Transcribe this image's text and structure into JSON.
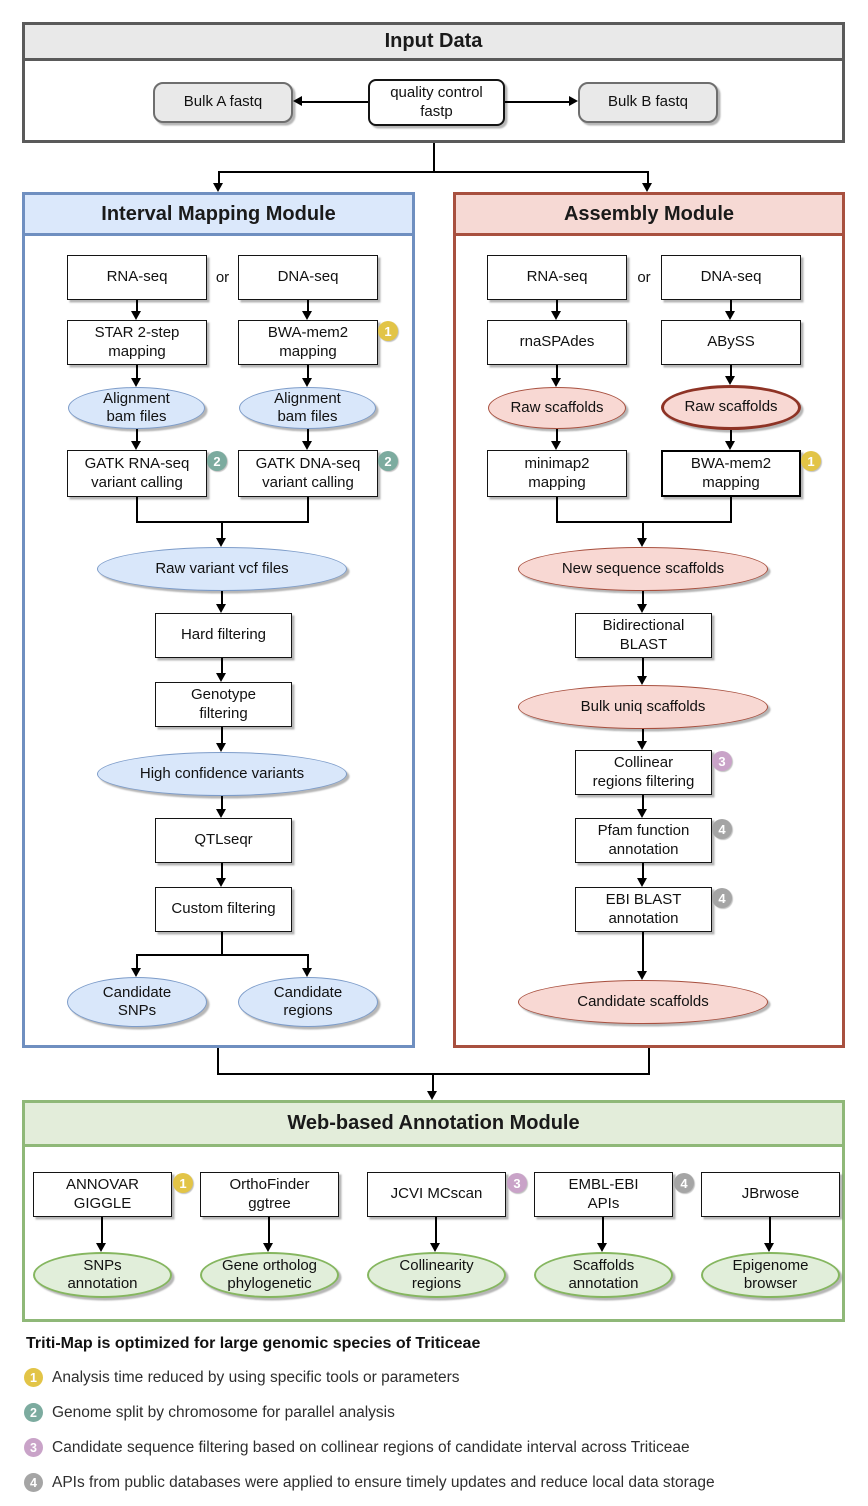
{
  "input": {
    "title": "Input Data",
    "bulk_a": "Bulk A fastq",
    "qc": "quality control\nfastp",
    "bulk_b": "Bulk B fastq"
  },
  "interval": {
    "title": "Interval Mapping Module",
    "or": "or",
    "rna": "RNA-seq",
    "dna": "DNA-seq",
    "star": "STAR 2-step\nmapping",
    "bwa": "BWA-mem2\nmapping",
    "align": "Alignment\nbam files",
    "gatk_rna": "GATK RNA-seq\nvariant calling",
    "gatk_dna": "GATK DNA-seq\nvariant calling",
    "raw_vcf": "Raw variant vcf files",
    "hard": "Hard filtering",
    "genotype": "Genotype\nfiltering",
    "high_conf": "High confidence variants",
    "qtlseqr": "QTLseqr",
    "custom": "Custom filtering",
    "cand_snps": "Candidate\nSNPs",
    "cand_regions": "Candidate\nregions"
  },
  "assembly": {
    "title": "Assembly Module",
    "or": "or",
    "rna": "RNA-seq",
    "dna": "DNA-seq",
    "rnaspades": "rnaSPAdes",
    "abyss": "ABySS",
    "raw_scaffolds": "Raw scaffolds",
    "minimap": "minimap2\nmapping",
    "bwa": "BWA-mem2\nmapping",
    "new_seq": "New sequence scaffolds",
    "bid_blast": "Bidirectional\nBLAST",
    "bulk_uniq": "Bulk uniq scaffolds",
    "collinear": "Collinear\nregions filtering",
    "pfam": "Pfam function\nannotation",
    "ebi": "EBI BLAST\nannotation",
    "cand_scaffolds": "Candidate scaffolds"
  },
  "web": {
    "title": "Web-based Annotation Module",
    "columns": [
      {
        "tool": "ANNOVAR\nGIGGLE",
        "result": "SNPs\nannotation",
        "badge": "1"
      },
      {
        "tool": "OrthoFinder\nggtree",
        "result": "Gene ortholog\nphylogenetic",
        "badge": ""
      },
      {
        "tool": "JCVI MCscan",
        "result": "Collinearity\nregions",
        "badge": "3"
      },
      {
        "tool": "EMBL-EBI\nAPIs",
        "result": "Scaffolds\nannotation",
        "badge": "4"
      },
      {
        "tool": "JBrwose",
        "result": "Epigenome\nbrowser",
        "badge": ""
      }
    ]
  },
  "badges": {
    "one": "1",
    "two": "2",
    "three": "3",
    "four": "4"
  },
  "legend": {
    "title": "Triti-Map is optimized for large genomic species of Triticeae",
    "items": [
      {
        "num": "1",
        "text": "Analysis time reduced by using specific tools or parameters"
      },
      {
        "num": "2",
        "text": "Genome split by chromosome for parallel analysis"
      },
      {
        "num": "3",
        "text": "Candidate sequence filtering based on collinear regions of candidate interval across Triticeae"
      },
      {
        "num": "4",
        "text": "APIs from public databases were applied to ensure timely updates and reduce local data storage"
      }
    ]
  },
  "colors": {
    "interval_border": "#6f8fc0",
    "interval_header": "#dbe8fb",
    "interval_ellipse": "#d9e7fa",
    "assembly_border": "#a8503f",
    "assembly_header": "#f6d9d4",
    "assembly_ellipse": "#f8d8d3",
    "web_border": "#8fb878",
    "web_header": "#e3edda",
    "web_ellipse": "#e1eeda",
    "input_border": "#5a5a5a",
    "input_header": "#e9e9e9",
    "badge_1": "#e2c447",
    "badge_2": "#7cab9f",
    "badge_3": "#c9a3c8",
    "badge_4": "#a5a5a5"
  }
}
